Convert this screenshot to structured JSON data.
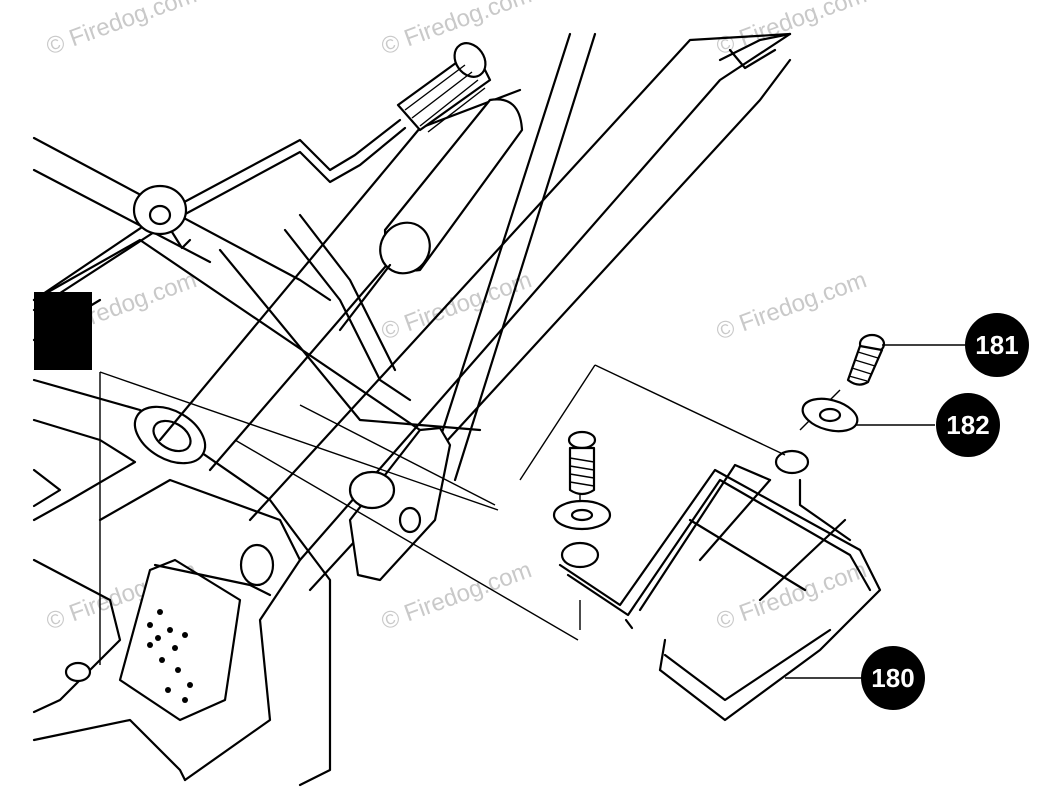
{
  "watermark": {
    "text": "© Firedog.com"
  },
  "callouts": [
    {
      "id": "181",
      "label": "181"
    },
    {
      "id": "182",
      "label": "182"
    },
    {
      "id": "180",
      "label": "180"
    }
  ]
}
